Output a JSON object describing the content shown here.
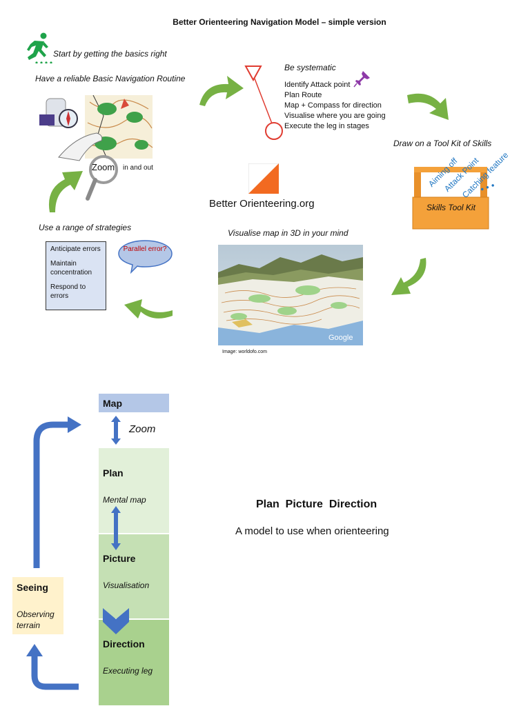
{
  "title": "Better Orienteering Navigation Model – simple version",
  "start_text": "Start by getting the basics right",
  "routine_text": "Have a reliable Basic Navigation Routine",
  "zoom_word": "Zoom",
  "zoom_rest": "in and out",
  "systematic": {
    "heading": "Be systematic",
    "steps": [
      "Identify Attack point",
      "Plan Route",
      "Map + Compass for direction",
      "Visualise where you are going",
      "Execute the leg in stages"
    ]
  },
  "toolkit": {
    "heading": "Draw on a Tool Kit of Skills",
    "box_label": "Skills Tool Kit",
    "skills": [
      "Aiming off",
      "Attack Point",
      "Catching feature",
      "• • •"
    ]
  },
  "brand": "Better Orienteering.org",
  "strategies": {
    "heading": "Use a range of strategies",
    "items": [
      "Anticipate errors",
      "Maintain concentration",
      "Respond to errors"
    ],
    "bubble": "Parallel error?"
  },
  "visualise_heading": "Visualise map in 3D in your mind",
  "image_credit": "Image: worldofo.com",
  "google_mark": "Google",
  "model": {
    "map_label": "Map",
    "zoom_label": "Zoom",
    "stages": [
      {
        "title": "Plan",
        "subtitle": "Mental map"
      },
      {
        "title": "Picture",
        "subtitle": "Visualisation"
      },
      {
        "title": "Direction",
        "subtitle": "Executing leg"
      }
    ],
    "seeing_title": "Seeing",
    "seeing_subtitle": "Observing terrain",
    "heading": "Plan  Picture  Direction",
    "subheading": "A model to use when orienteering"
  },
  "colors": {
    "arrow_green": "#77b144",
    "arrow_blue": "#4472c4",
    "map_header": "#b4c7e7",
    "plan_fill": "#e2f0d9",
    "picture_fill": "#c5e0b4",
    "direction_fill": "#a9d18e",
    "seeing_fill": "#fff2cc",
    "strategy_fill": "#dae3f3",
    "toolkit_orange": "#f4a13a",
    "control_red": "#e03c31",
    "skill_blue": "#1f76c2",
    "bubble_text": "#c00000"
  },
  "icons": [
    "runner-icon",
    "magnifier-icon",
    "pushpin-icon",
    "control-flag-icon",
    "orienteering-flag-icon",
    "compass-map-icon"
  ]
}
